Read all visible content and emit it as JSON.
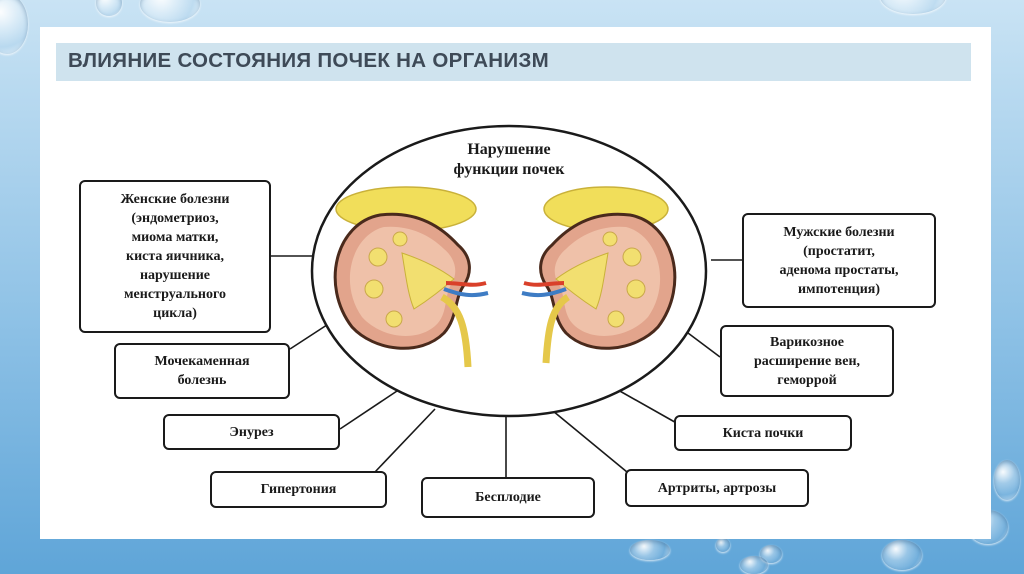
{
  "slide": {
    "title": "ВЛИЯНИЕ СОСТОЯНИЯ ПОЧЕК НА ОРГАНИЗМ"
  },
  "diagram": {
    "center_label": "Нарушение\nфункции почек",
    "boxes": {
      "female": "Женские болезни\n(эндометриоз,\nмиома матки,\nкиста яичника,\nнарушение\nменструального\nцикла)",
      "male": "Мужские болезни\n(простатит,\nаденома простаты,\nимпотенция)",
      "urolithiasis": "Мочекаменная\nболезнь",
      "varicose": "Варикозное\nрасширение вен,\nгеморрой",
      "enuresis": "Энурез",
      "kidney_cyst": "Киста почки",
      "hypertension": "Гипертония",
      "infertility": "Бесплодие",
      "arthritis": "Артриты, артрозы"
    }
  },
  "colors": {
    "title_bar": "#cfe3ee",
    "title_text": "#3e4a57",
    "kidney_cortex": "#e2a48c",
    "kidney_medulla": "#f2df70",
    "fat_cap": "#f1de5a",
    "artery": "#d9402a",
    "vein": "#3e7cc4"
  }
}
